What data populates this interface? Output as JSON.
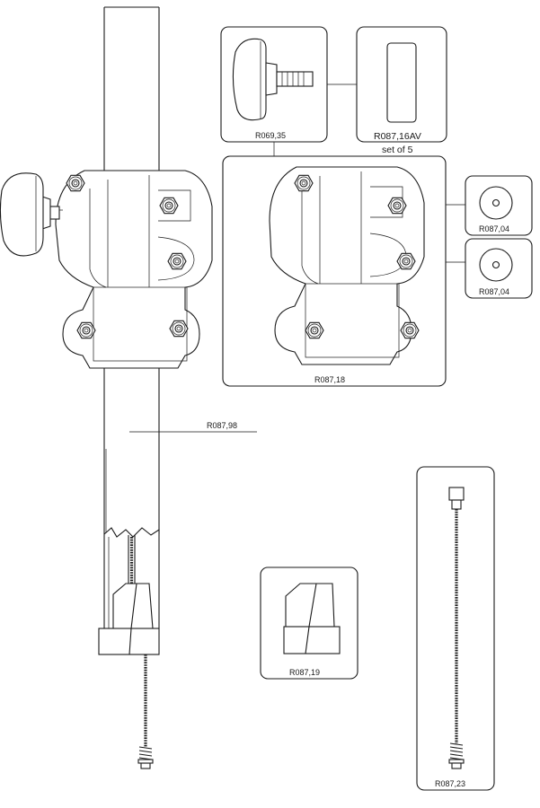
{
  "labels": {
    "knob": "R069,35",
    "pad": "R087,16AV",
    "pad_note": "set of 5",
    "clamp": "R087,18",
    "washer_top": "R087,04",
    "washer_bottom": "R087,04",
    "pole": "R087,98",
    "end_cap": "R087,19",
    "cable": "R087,23"
  }
}
